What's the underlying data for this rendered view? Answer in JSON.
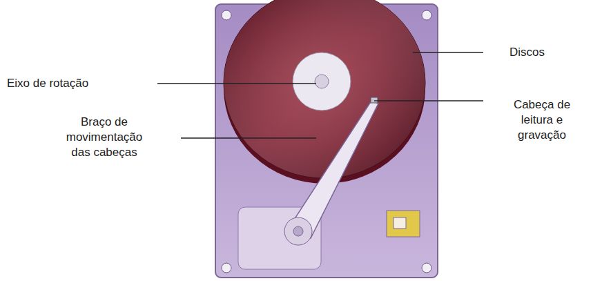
{
  "diagram": {
    "labels": [
      "Discos",
      "Eixo de rotação",
      "Cabeça de leitura e gravação",
      "Braço de movimentação das cabeças"
    ]
  }
}
